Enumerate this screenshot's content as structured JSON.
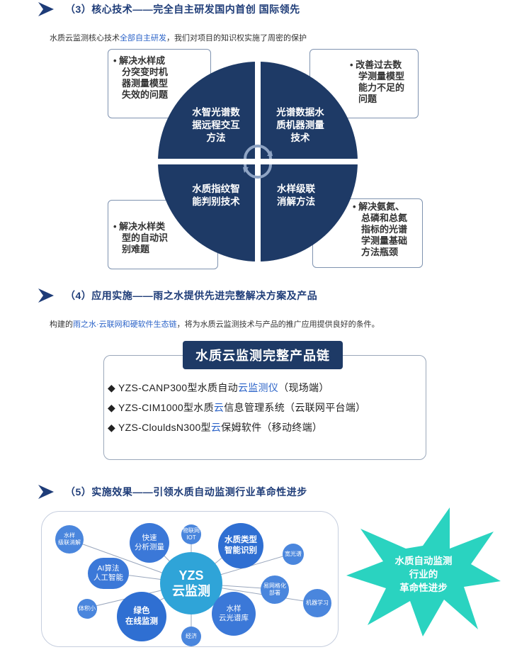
{
  "section3": {
    "heading": "（3）核心技术——完全自主研发国内首创 国际领先",
    "intro_before": "水质云监测核心技术",
    "intro_highlight": "全部自主研发",
    "intro_after": "，我们对项目的知识权实施了周密的保护",
    "notes": {
      "top_left": [
        "• 解决水样成",
        "分突变时机",
        "器测量模型",
        "失效的问题"
      ],
      "top_right": [
        "• 改善过去数",
        "学测量模型",
        "能力不足的",
        "问题"
      ],
      "bottom_left": [
        "• 解决水样类",
        "型的自动识",
        "别难题"
      ],
      "bottom_right": [
        "• 解决氨氮、",
        "总磷和总氮",
        "指标的光谱",
        "学测量基础",
        "方法瓶颈"
      ]
    },
    "quadrants": {
      "top_left": [
        "水智光谱数",
        "据远程交互",
        "方法"
      ],
      "top_right": [
        "光谱数据水",
        "质机器测量",
        "技术"
      ],
      "bottom_left": [
        "水质指纹智",
        "能判别技术"
      ],
      "bottom_right": [
        "水样级联",
        "消解方法"
      ]
    },
    "colors": {
      "circle": "#1e3a66",
      "accent": "#1e3c78"
    }
  },
  "section4": {
    "heading": "（4）应用实施——雨之水提供先进完整解决方案及产品",
    "intro_before": "构建的",
    "intro_highlight": "雨之水·云联网和硬软件生态链",
    "intro_after": "，将为水质云监测技术与产品的推广应用提供良好的条件。",
    "chain_title": "水质云监测完整产品链",
    "items": [
      {
        "pre": "◆ YZS-CANP300型水质自动",
        "blue": "云监测仪",
        "post": "（现场端）"
      },
      {
        "pre": "◆ YZS-CIM1000型水质",
        "blue": "云",
        "post": "信息管理系统（云联网平台端）"
      },
      {
        "pre": "◆ YZS-ClouldsN300型",
        "blue": "云",
        "post": "保姆软件（移动终端）"
      }
    ]
  },
  "section5": {
    "heading": "（5）实施效果——引领水质自动监测行业革命性进步",
    "center": [
      "YZS",
      "云监测"
    ],
    "bubbles": {
      "cascade": [
        "水样",
        "级联消解"
      ],
      "fast": [
        "快速",
        "分析测量"
      ],
      "iot": [
        "物联网",
        "IOT"
      ],
      "type": [
        "水质类型",
        "智能识别"
      ],
      "wide": [
        "宽光谱"
      ],
      "ai": [
        "AI算法",
        "人工智能"
      ],
      "grid": [
        "易网格化",
        "部署"
      ],
      "ml": [
        "机器学习"
      ],
      "small": [
        "体积小"
      ],
      "green": [
        "绿色",
        "在线监测"
      ],
      "spectrum": [
        "水样",
        "云光谱库"
      ],
      "economy": [
        "经济"
      ]
    },
    "star": [
      "水质自动监测",
      "行业的",
      "革命性进步"
    ],
    "colors": {
      "star": "#2ad3c0",
      "bubble": "#3b78d8",
      "center": "#2fa4d8"
    }
  }
}
